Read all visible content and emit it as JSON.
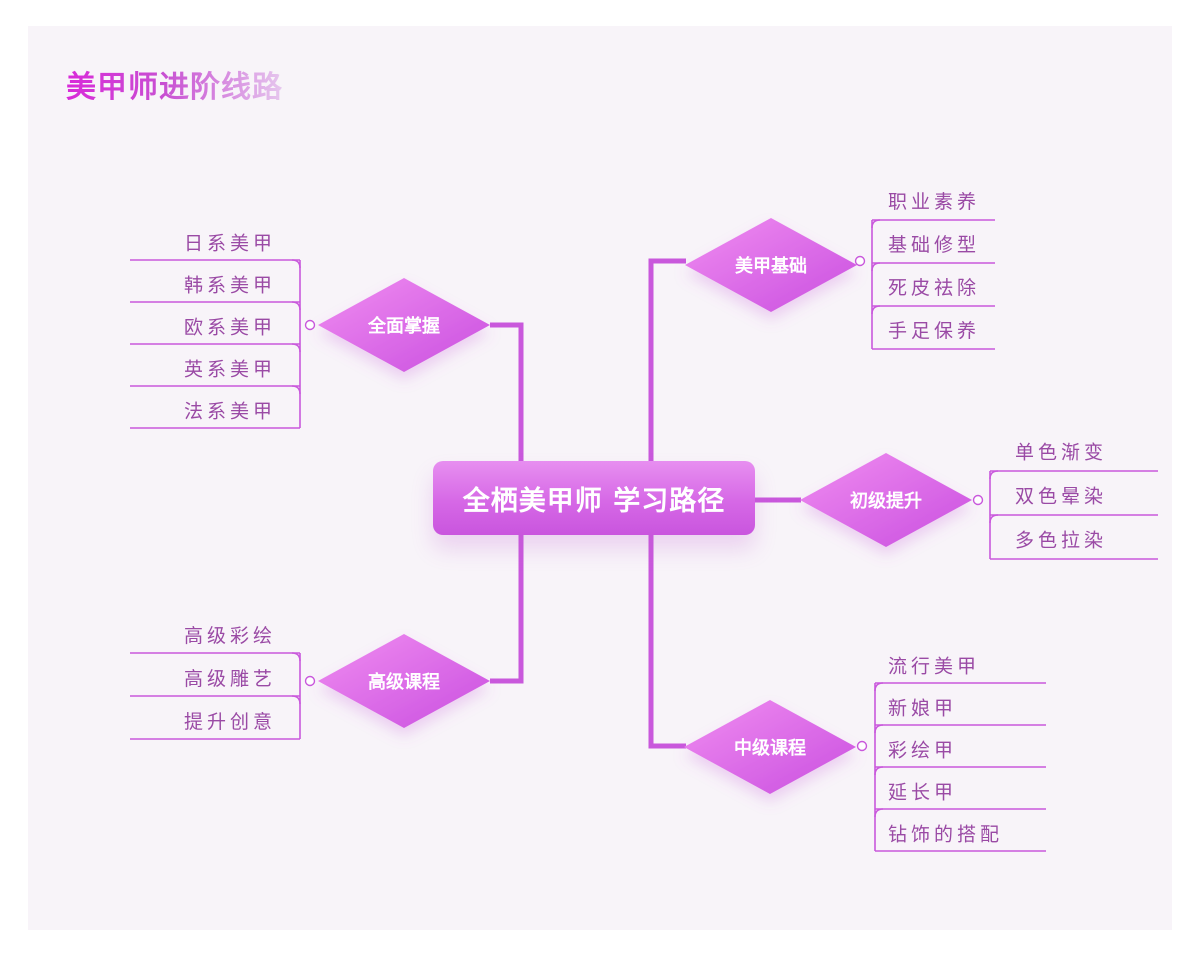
{
  "title": "美甲师进阶线路",
  "center": {
    "label": "全栖美甲师 学习路径"
  },
  "colors": {
    "accent": "#d35fe2",
    "line": "#c958dc",
    "leaf_text": "#9a4aa5",
    "background": "#f8f4f9"
  },
  "branches": [
    {
      "label": "美甲基础",
      "items": [
        "职业素养",
        "基础修型",
        "死皮祛除",
        "手足保养"
      ]
    },
    {
      "label": "初级提升",
      "items": [
        "单色渐变",
        "双色晕染",
        "多色拉染"
      ]
    },
    {
      "label": "中级课程",
      "items": [
        "流行美甲",
        "新娘甲",
        "彩绘甲",
        "延长甲",
        "钻饰的搭配"
      ]
    },
    {
      "label": "全面掌握",
      "items": [
        "日系美甲",
        "韩系美甲",
        "欧系美甲",
        "英系美甲",
        "法系美甲"
      ]
    },
    {
      "label": "高级课程",
      "items": [
        "高级彩绘",
        "高级雕艺",
        "提升创意"
      ]
    }
  ]
}
